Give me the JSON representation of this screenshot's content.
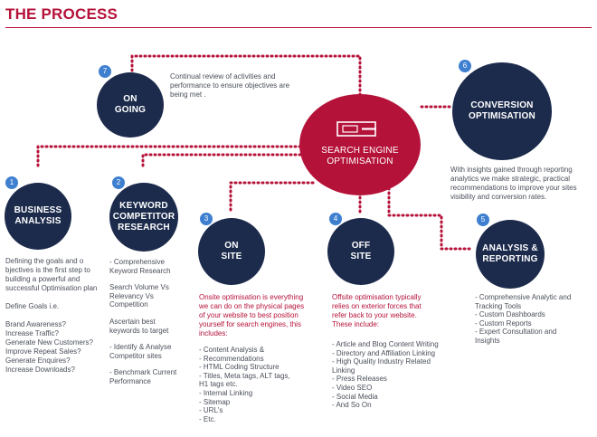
{
  "title": "THE PROCESS",
  "colors": {
    "accent": "#b5123a",
    "navy": "#1c2b4c",
    "badge": "#3e7fcf"
  },
  "center": {
    "label": "SEARCH ENGINE\nOPTIMISATION",
    "icon": "search-bar-icon"
  },
  "steps": [
    {
      "num": "1",
      "label": "BUSINESS\nANALYSIS"
    },
    {
      "num": "2",
      "label": "KEYWORD\nCOMPETITOR\nRESEARCH"
    },
    {
      "num": "3",
      "label": "ON\nSITE"
    },
    {
      "num": "4",
      "label": "OFF\nSITE"
    },
    {
      "num": "5",
      "label": "ANALYSIS &\nREPORTING"
    },
    {
      "num": "6",
      "label": "CONVERSION\nOPTIMISATION"
    },
    {
      "num": "7",
      "label": "ON\nGOING"
    }
  ],
  "texts": {
    "ongoing": "Continual review of activities and\nperformance to ensure objectives are\nbeing met .",
    "conversion": "With insights gained through reporting\nanalytics we make strategic, practical\nrecommendations to improve your sites\nvisibility and conversion rates.",
    "business": "Defining the goals and o\nbjectives is the first step to\nbuilding a powerful and\nsuccessful Optimisation plan\n\n  Define Goals i.e.\n\nBrand Awareness?\nIncrease Traffic?\nGenerate New Customers?\nImprove Repeat Sales?\nGenerate Enquires?\nIncrease Downloads?",
    "onsite_intro": "Onsite optimisation is everything\nwe can do on the physical pages\nof your website to best position\nyourself  for search engines, this\nincludes:",
    "offsite_intro": "Offsite optimisation typically\nrelies on exterior forces that\nrefer back to your website.\nThese include:"
  },
  "keyword_items": [
    "- Comprehensive\n  Keyword Research",
    "  Search Volume Vs\n  Relevancy Vs\n  Competition",
    "  Ascertain best\n  keywords to target",
    "- Identify & Analyse\n  Competitor sites",
    "- Benchmark Current\n  Performance"
  ],
  "onsite_items": [
    "- Content Analysis  &",
    "- Recommendations",
    "- HTML Coding Structure",
    "- Titles, Meta tags, ALT tags,\n  H1 tags etc.",
    "- Internal Linking",
    "- Sitemap",
    "- URL's",
    "- Etc."
  ],
  "offsite_items": [
    "- Article and Blog Content Writing",
    "- Directory and Affiliation Linking",
    "- High Quality Industry Related\n  Linking",
    "- Press Releases",
    "- Video SEO",
    "- Social Media",
    "- And So On"
  ],
  "reporting_items": [
    "- Comprehensive  Analytic and\n  Tracking Tools",
    "- Custom Dashboards",
    "- Custom Reports",
    "- Expert Consultation  and\n  Insights"
  ]
}
